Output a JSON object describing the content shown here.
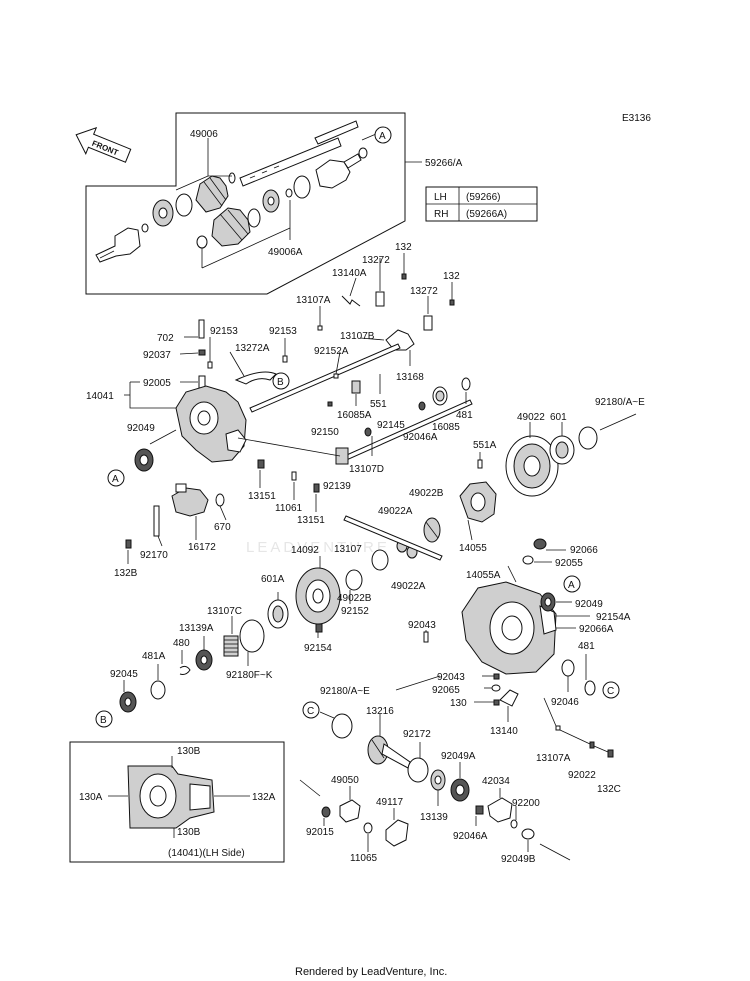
{
  "diagram_id": "E3136",
  "front_label": "FRONT",
  "footer": "Rendered by LeadVenture, Inc.",
  "watermark": "LEADVENTURE",
  "side_table": {
    "rows": [
      {
        "side": "LH",
        "part": "(59266)"
      },
      {
        "side": "RH",
        "part": "(59266A)"
      }
    ]
  },
  "inset_caption": "(14041)(LH Side)",
  "callout_letters": [
    "A",
    "B",
    "C"
  ],
  "labels": [
    {
      "id": "l-49006",
      "text": "49006"
    },
    {
      "id": "l-59266A",
      "text": "59266/A"
    },
    {
      "id": "l-49006A",
      "text": "49006A"
    },
    {
      "id": "l-132-a",
      "text": "132"
    },
    {
      "id": "l-13272-a",
      "text": "13272"
    },
    {
      "id": "l-13140A",
      "text": "13140A"
    },
    {
      "id": "l-132-b",
      "text": "132"
    },
    {
      "id": "l-13272-b",
      "text": "13272"
    },
    {
      "id": "l-13107A-a",
      "text": "13107A"
    },
    {
      "id": "l-13107B",
      "text": "13107B"
    },
    {
      "id": "l-702",
      "text": "702"
    },
    {
      "id": "l-92153-a",
      "text": "92153"
    },
    {
      "id": "l-92153-b",
      "text": "92153"
    },
    {
      "id": "l-92037",
      "text": "92037"
    },
    {
      "id": "l-13272A",
      "text": "13272A"
    },
    {
      "id": "l-92152A",
      "text": "92152A"
    },
    {
      "id": "l-13168",
      "text": "13168"
    },
    {
      "id": "l-14041",
      "text": "14041"
    },
    {
      "id": "l-92005",
      "text": "92005"
    },
    {
      "id": "l-551",
      "text": "551"
    },
    {
      "id": "l-16085A",
      "text": "16085A"
    },
    {
      "id": "l-481-a",
      "text": "481"
    },
    {
      "id": "l-92180AE-a",
      "text": "92180/A~E"
    },
    {
      "id": "l-49022",
      "text": "49022"
    },
    {
      "id": "l-601",
      "text": "601"
    },
    {
      "id": "l-92049-a",
      "text": "92049"
    },
    {
      "id": "l-92150",
      "text": "92150"
    },
    {
      "id": "l-92046A-a",
      "text": "92046A"
    },
    {
      "id": "l-16085",
      "text": "16085"
    },
    {
      "id": "l-92145",
      "text": "92145"
    },
    {
      "id": "l-13107D",
      "text": "13107D"
    },
    {
      "id": "l-551A",
      "text": "551A"
    },
    {
      "id": "l-92139",
      "text": "92139"
    },
    {
      "id": "l-13151-a",
      "text": "13151"
    },
    {
      "id": "l-11061",
      "text": "11061"
    },
    {
      "id": "l-13151-b",
      "text": "13151"
    },
    {
      "id": "l-49022B-a",
      "text": "49022B"
    },
    {
      "id": "l-670",
      "text": "670"
    },
    {
      "id": "l-49022A-a",
      "text": "49022A"
    },
    {
      "id": "l-14055",
      "text": "14055"
    },
    {
      "id": "l-16172",
      "text": "16172"
    },
    {
      "id": "l-92170",
      "text": "92170"
    },
    {
      "id": "l-132B",
      "text": "132B"
    },
    {
      "id": "l-13107",
      "text": "13107"
    },
    {
      "id": "l-14092",
      "text": "14092"
    },
    {
      "id": "l-92066",
      "text": "92066"
    },
    {
      "id": "l-92055",
      "text": "92055"
    },
    {
      "id": "l-14055A",
      "text": "14055A"
    },
    {
      "id": "l-49022A-b",
      "text": "49022A"
    },
    {
      "id": "l-49022B-b",
      "text": "49022B"
    },
    {
      "id": "l-601A",
      "text": "601A"
    },
    {
      "id": "l-92152",
      "text": "92152"
    },
    {
      "id": "l-92049-b",
      "text": "92049"
    },
    {
      "id": "l-92154A",
      "text": "92154A"
    },
    {
      "id": "l-92066A",
      "text": "92066A"
    },
    {
      "id": "l-13107C",
      "text": "13107C"
    },
    {
      "id": "l-13139A",
      "text": "13139A"
    },
    {
      "id": "l-480",
      "text": "480"
    },
    {
      "id": "l-481A",
      "text": "481A"
    },
    {
      "id": "l-92045",
      "text": "92045"
    },
    {
      "id": "l-92043-a",
      "text": "92043"
    },
    {
      "id": "l-92180FK",
      "text": "92180F~K"
    },
    {
      "id": "l-92154",
      "text": "92154"
    },
    {
      "id": "l-481-b",
      "text": "481"
    },
    {
      "id": "l-92043-b",
      "text": "92043"
    },
    {
      "id": "l-92065",
      "text": "92065"
    },
    {
      "id": "l-130",
      "text": "130"
    },
    {
      "id": "l-92046-a",
      "text": "92046"
    },
    {
      "id": "l-92180AE-b",
      "text": "92180/A~E"
    },
    {
      "id": "l-13140",
      "text": "13140"
    },
    {
      "id": "l-13216",
      "text": "13216"
    },
    {
      "id": "l-92172",
      "text": "92172"
    },
    {
      "id": "l-13107A-b",
      "text": "13107A"
    },
    {
      "id": "l-130B-a",
      "text": "130B"
    },
    {
      "id": "l-130A",
      "text": "130A"
    },
    {
      "id": "l-132A",
      "text": "132A"
    },
    {
      "id": "l-130B-b",
      "text": "130B"
    },
    {
      "id": "l-92049A",
      "text": "92049A"
    },
    {
      "id": "l-92022",
      "text": "92022"
    },
    {
      "id": "l-132C",
      "text": "132C"
    },
    {
      "id": "l-49050",
      "text": "49050"
    },
    {
      "id": "l-42034",
      "text": "42034"
    },
    {
      "id": "l-92200",
      "text": "92200"
    },
    {
      "id": "l-49117",
      "text": "49117"
    },
    {
      "id": "l-92015",
      "text": "92015"
    },
    {
      "id": "l-13139",
      "text": "13139"
    },
    {
      "id": "l-92046A-b",
      "text": "92046A"
    },
    {
      "id": "l-92049B",
      "text": "92049B"
    },
    {
      "id": "l-11065",
      "text": "11065"
    }
  ]
}
